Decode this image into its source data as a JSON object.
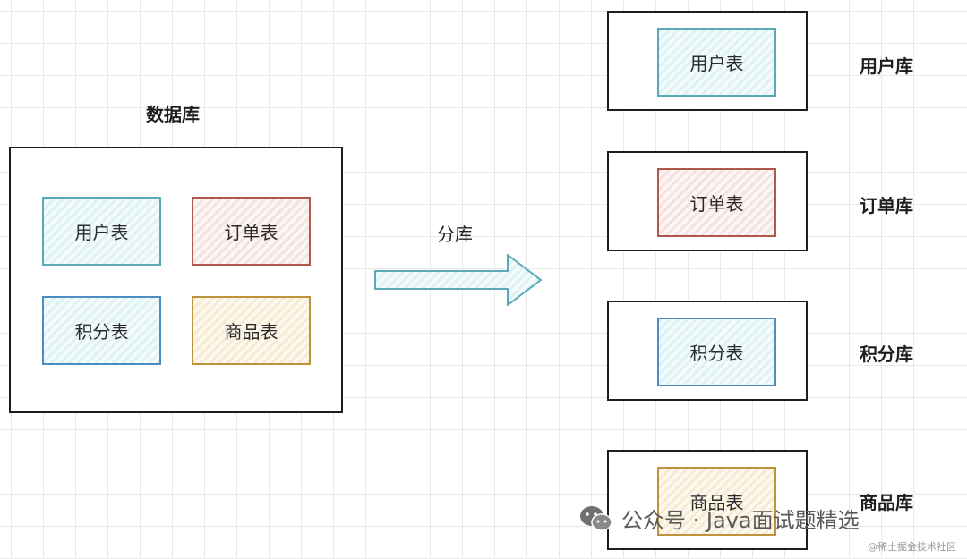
{
  "source": {
    "title": "数据库",
    "tables": [
      "用户表",
      "订单表",
      "积分表",
      "商品表"
    ]
  },
  "arrow": {
    "label": "分库"
  },
  "targets": [
    {
      "table": "用户表",
      "db": "用户库"
    },
    {
      "table": "订单表",
      "db": "订单库"
    },
    {
      "table": "积分表",
      "db": "积分库"
    },
    {
      "table": "商品表",
      "db": "商品库"
    }
  ],
  "watermark": {
    "text": "公众号 · Java面试题精选",
    "icon": "wechat-icon",
    "small_text": "@稀土掘金技术社区"
  },
  "colors": {
    "user_table": "#5aa8b8",
    "order_table": "#b0584c",
    "points_table": "#4a8fc0",
    "goods_table": "#c0923e"
  }
}
